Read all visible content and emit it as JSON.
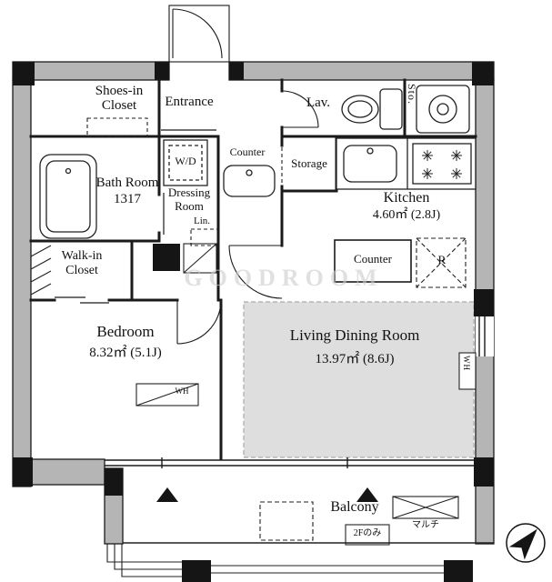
{
  "floor_plan": {
    "watermark": "GOODROOM",
    "rooms": {
      "shoes_in_closet": {
        "line1": "Shoes-in",
        "line2": "Closet"
      },
      "entrance": {
        "name": "Entrance"
      },
      "lav": {
        "name": "Lav."
      },
      "sto": {
        "name": "Sto."
      },
      "washer_dryer": {
        "name": "W/D"
      },
      "counter_hall": {
        "name": "Counter"
      },
      "storage": {
        "name": "Storage"
      },
      "bath": {
        "name": "Bath Room",
        "size": "1317"
      },
      "dressing_room": {
        "line1": "Dressing",
        "line2": "Room",
        "linen": "Lin."
      },
      "kitchen": {
        "name": "Kitchen",
        "size": "4.60㎡ (2.8J)"
      },
      "counter_kitchen": {
        "name": "Counter"
      },
      "refrigerator": {
        "name": "R"
      },
      "walk_in_closet": {
        "line1": "Walk-in",
        "line2": "Closet"
      },
      "bedroom": {
        "name": "Bedroom",
        "size": "8.32㎡ (5.1J)"
      },
      "living_dining": {
        "name": "Living Dining Room",
        "size": "13.97㎡ (8.6J)"
      },
      "balcony": {
        "name": "Balcony"
      }
    },
    "annotations": {
      "water_heater_bedroom": "WH",
      "water_heater_wall": "WH",
      "multi": "マルチ",
      "second_floor_only": "2Fのみ"
    },
    "colors": {
      "wall": "#b5b5b5",
      "pillar": "#151515",
      "living_shade": "#dedede"
    }
  }
}
